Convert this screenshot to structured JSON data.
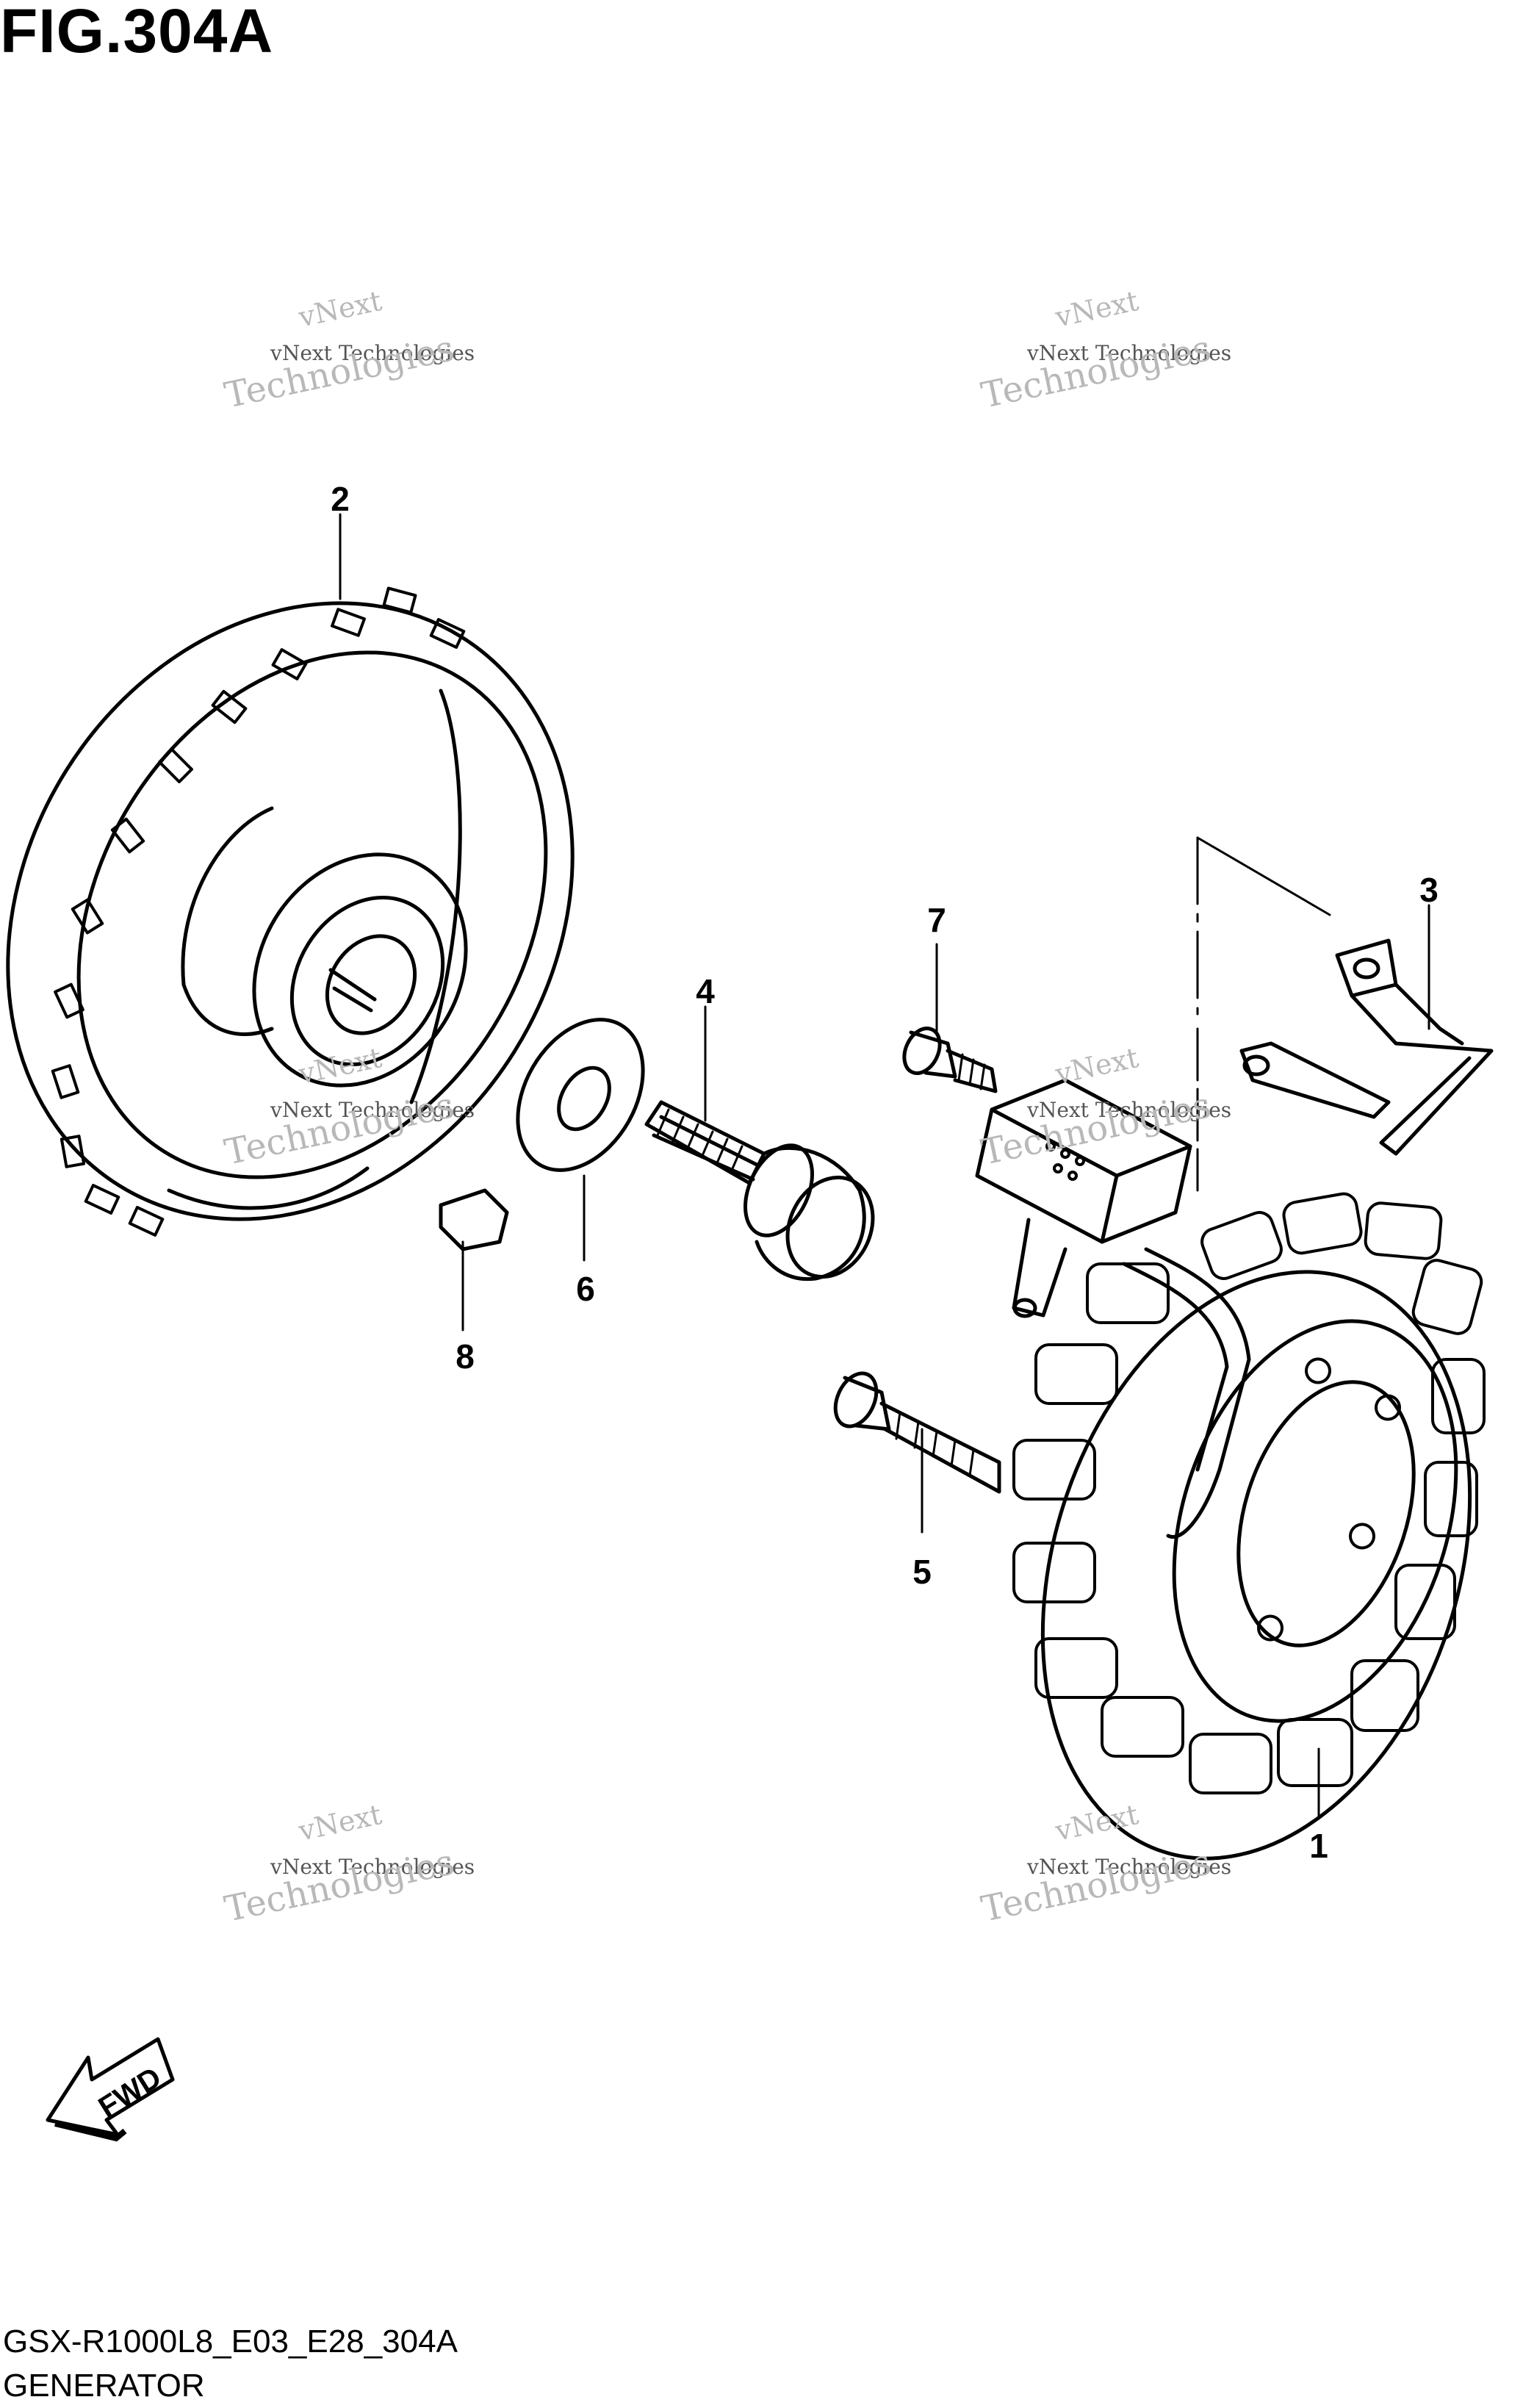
{
  "figure": {
    "title": "FIG.304A",
    "code": "GSX-R1000L8_E03_E28_304A",
    "name": "GENERATOR"
  },
  "callouts": [
    "1",
    "2",
    "3",
    "4",
    "5",
    "6",
    "7",
    "8"
  ],
  "fwd_label": "FWD",
  "watermark": {
    "line1": "vNext",
    "line2": "vNext Technologies",
    "line3": "Technologies"
  }
}
